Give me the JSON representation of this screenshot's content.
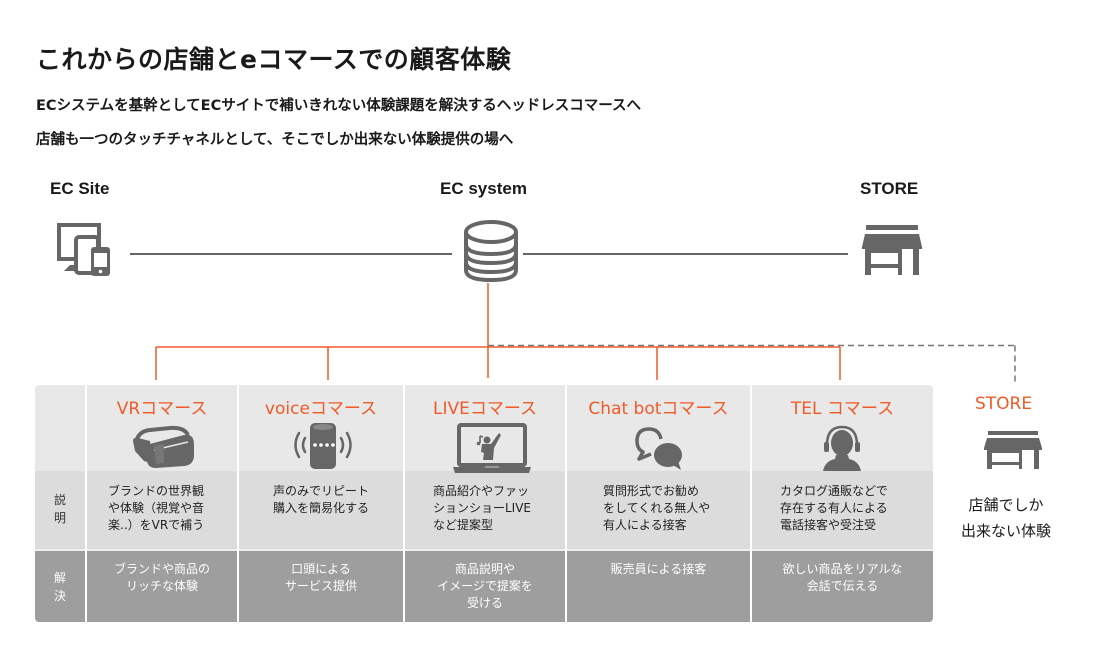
{
  "header": {
    "title": "これからの店舗とeコマースでの顧客体験",
    "subtitle1": "ECシステムを基幹としてECサイトで補いきれない体験課題を解決するヘッドレスコマースへ",
    "subtitle2": "店舗も一つのタッチチャネルとして、そこでしか出来ない体験提供の場へ"
  },
  "nodes": {
    "ec_site": {
      "label": "EC Site",
      "icon": "devices-icon"
    },
    "ec_system": {
      "label": "EC system",
      "icon": "database-icon"
    },
    "store": {
      "label": "STORE",
      "icon": "store-icon"
    }
  },
  "colors": {
    "accent": "#f05a28",
    "icon": "#666666",
    "row_header": "#e8e8e8",
    "row_description": "#dcdcdc",
    "row_solution": "#9e9e9e"
  },
  "table": {
    "row_labels": {
      "description": [
        "説",
        "明"
      ],
      "solution": [
        "解",
        "決"
      ]
    },
    "columns": [
      {
        "title": "VRコマース",
        "icon": "vr-headset-icon",
        "description": [
          "ブランドの世界観",
          "や体験（視覚や音",
          "楽..）をVRで補う"
        ],
        "solution": [
          "ブランドや商品の",
          "リッチな体験"
        ]
      },
      {
        "title": "voiceコマース",
        "icon": "smart-speaker-icon",
        "description": [
          "声のみでリピート",
          "購入を簡易化する"
        ],
        "solution": [
          "口頭による",
          "サービス提供"
        ]
      },
      {
        "title": "LIVEコマース",
        "icon": "laptop-live-icon",
        "description": [
          "商品紹介やファッ",
          "ションショーLIVE",
          "など提案型"
        ],
        "solution": [
          "商品説明や",
          "イメージで提案を",
          "受ける"
        ]
      },
      {
        "title": "Chat botコマース",
        "icon": "chat-bubbles-icon",
        "description": [
          "質問形式でお勧め",
          "をしてくれる無人や",
          "有人による接客"
        ],
        "solution": [
          "販売員による接客"
        ]
      },
      {
        "title": "TEL コマース",
        "icon": "headset-operator-icon",
        "description": [
          "カタログ通販などで",
          "存在する有人による",
          "電話接客や受注受"
        ],
        "solution": [
          "欲しい商品をリアルな",
          "会話で伝える"
        ]
      }
    ]
  },
  "store_channel": {
    "title": "STORE",
    "icon": "store-icon",
    "description": [
      "店舗でしか",
      "出来ない体験"
    ]
  }
}
